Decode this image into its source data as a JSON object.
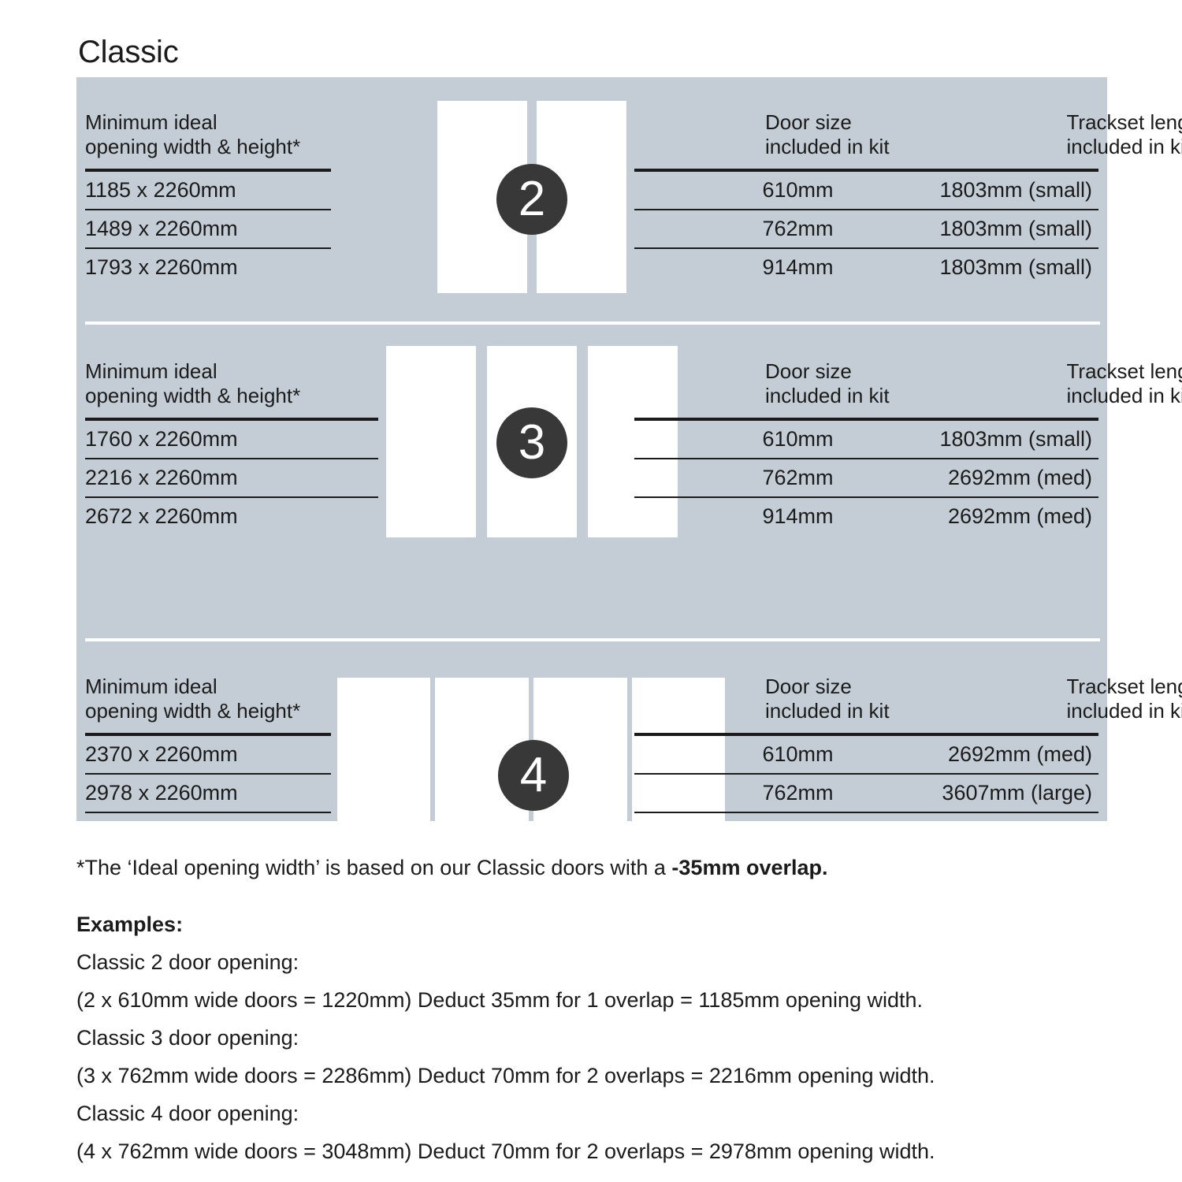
{
  "page": {
    "title": "Classic",
    "panel_color": "#c4cdd5",
    "badge_color": "#383838",
    "door_color": "#ffffff",
    "text_color": "#1b1b1b"
  },
  "sections": [
    {
      "badge": "2",
      "door_count": 2,
      "left_header": "Minimum ideal\nopening width & height*",
      "door_header": "Door size\nincluded in kit",
      "trackset_header": "Trackset length\nincluded in kit",
      "rows": [
        {
          "opening": "1185 x 2260mm",
          "door": "610mm",
          "trackset": "1803mm (small)"
        },
        {
          "opening": "1489 x 2260mm",
          "door": "762mm",
          "trackset": "1803mm (small)"
        },
        {
          "opening": "1793 x 2260mm",
          "door": "914mm",
          "trackset": "1803mm (small)"
        }
      ]
    },
    {
      "badge": "3",
      "door_count": 3,
      "left_header": "Minimum ideal\nopening width & height*",
      "door_header": "Door size\nincluded in kit",
      "trackset_header": "Trackset length\nincluded in kit",
      "rows": [
        {
          "opening": "1760 x 2260mm",
          "door": "610mm",
          "trackset": "1803mm (small)"
        },
        {
          "opening": "2216 x 2260mm",
          "door": "762mm",
          "trackset": "2692mm (med)"
        },
        {
          "opening": "2672 x 2260mm",
          "door": "914mm",
          "trackset": "2692mm (med)"
        }
      ]
    },
    {
      "badge": "4",
      "door_count": 4,
      "left_header": "Minimum ideal\nopening width & height*",
      "door_header": "Door size\nincluded in kit",
      "trackset_header": "Trackset length\nincluded in kit",
      "rows": [
        {
          "opening": "2370 x 2260mm",
          "door": "610mm",
          "trackset": "2692mm (med)"
        },
        {
          "opening": "2978 x 2260mm",
          "door": "762mm",
          "trackset": "3607mm (large)"
        }
      ]
    }
  ],
  "footnote": {
    "prefix": "*The ‘Ideal opening width’ is based on our Classic doors with a ",
    "emphasis": "-35mm overlap."
  },
  "examples": {
    "title": "Examples:",
    "lines": [
      "Classic 2 door opening:",
      "(2 x 610mm wide doors = 1220mm)  Deduct 35mm for 1 overlap = 1185mm opening width.",
      "Classic 3 door opening:",
      "(3 x 762mm wide doors = 2286mm)  Deduct 70mm for 2 overlaps = 2216mm opening width.",
      "Classic 4 door opening:",
      "(4 x 762mm wide doors = 3048mm)  Deduct 70mm for 2 overlaps = 2978mm opening width."
    ]
  }
}
